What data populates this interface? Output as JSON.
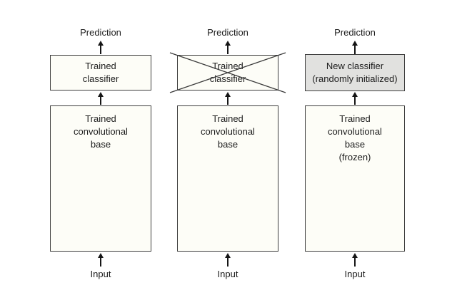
{
  "diagram": {
    "description": "Three-column transfer learning diagram: swapping classifiers on a trained convolutional base",
    "colors": {
      "background": "#ffffff",
      "box_fill": "#fdfdf7",
      "box_border": "#3d3d3d",
      "highlight_box_fill": "#e1e1df",
      "text": "#1c1c1c",
      "arrow": "#151515"
    },
    "columns": [
      {
        "prediction_label": "Prediction",
        "classifier_box": {
          "lines": [
            "Trained",
            "classifier"
          ],
          "crossed_out": false,
          "highlighted": false
        },
        "base_box": {
          "lines": [
            "Trained",
            "convolutional",
            "base"
          ]
        },
        "input_label": "Input"
      },
      {
        "prediction_label": "Prediction",
        "classifier_box": {
          "lines": [
            "Trained",
            "classifier"
          ],
          "crossed_out": true,
          "highlighted": false
        },
        "base_box": {
          "lines": [
            "Trained",
            "convolutional",
            "base"
          ]
        },
        "input_label": "Input"
      },
      {
        "prediction_label": "Prediction",
        "classifier_box": {
          "lines": [
            "New classifier",
            "(randomly initialized)"
          ],
          "crossed_out": false,
          "highlighted": true
        },
        "base_box": {
          "lines": [
            "Trained",
            "convolutional",
            "base",
            "(frozen)"
          ]
        },
        "input_label": "Input"
      }
    ]
  }
}
